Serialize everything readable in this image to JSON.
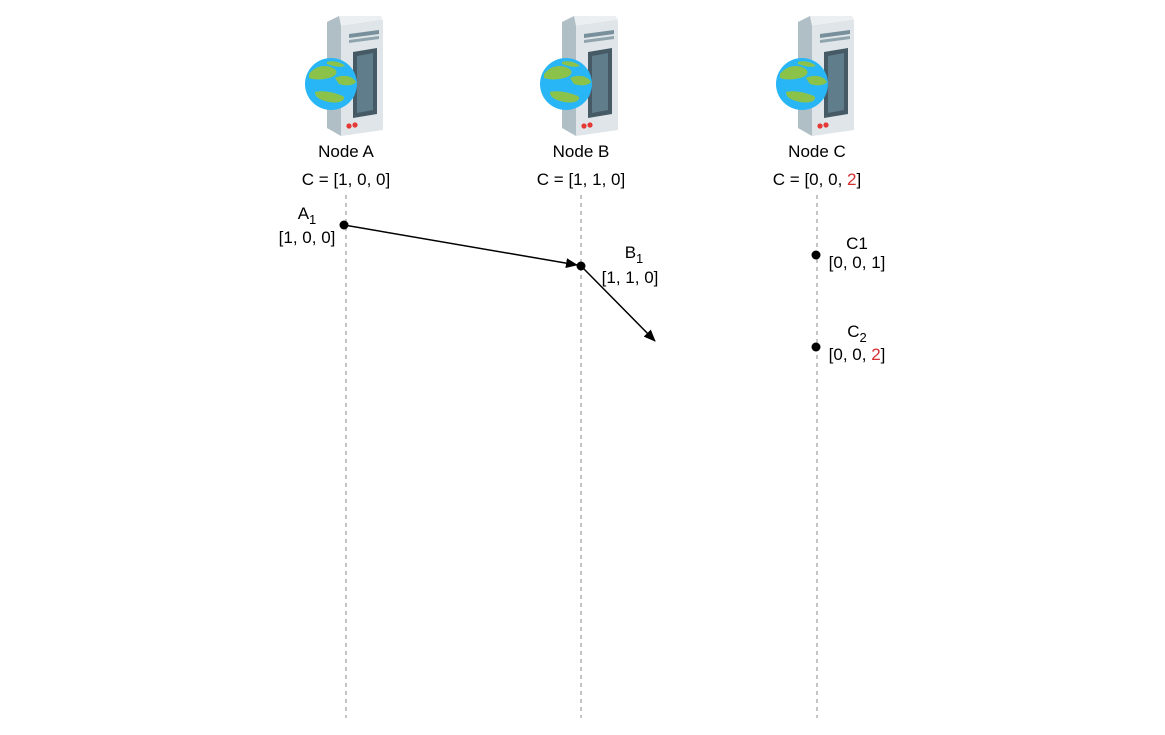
{
  "nodes": [
    {
      "name": "Node A",
      "clock_label": "C = ",
      "clock_values": [
        "1",
        "0",
        "0"
      ],
      "highlight_index": -1
    },
    {
      "name": "Node B",
      "clock_label": "C = ",
      "clock_values": [
        "1",
        "1",
        "0"
      ],
      "highlight_index": -1
    },
    {
      "name": "Node C",
      "clock_label": "C = ",
      "clock_values": [
        "0",
        "0",
        "2"
      ],
      "highlight_index": 2
    }
  ],
  "events": [
    {
      "node": "A",
      "label_main": "A",
      "label_sub": "1",
      "subscript": true,
      "vector": [
        "1",
        "0",
        "0"
      ],
      "highlight_index": -1
    },
    {
      "node": "B",
      "label_main": "B",
      "label_sub": "1",
      "subscript": true,
      "vector": [
        "1",
        "1",
        "0"
      ],
      "highlight_index": -1
    },
    {
      "node": "C",
      "label_main": "C1",
      "label_sub": "",
      "subscript": false,
      "vector": [
        "0",
        "0",
        "1"
      ],
      "highlight_index": -1
    },
    {
      "node": "C",
      "label_main": "C",
      "label_sub": "2",
      "subscript": true,
      "vector": [
        "0",
        "0",
        "2"
      ],
      "highlight_index": 2
    }
  ],
  "messages": [
    {
      "from": "A1",
      "to": "B1"
    },
    {
      "from": "B1",
      "to": "outgoing"
    }
  ],
  "colors": {
    "highlight": "#d32f2f",
    "lifeline": "#9e9e9e",
    "server_body": "#cfd8dc",
    "globe_water": "#29b6f6",
    "globe_land": "#8bc34a"
  },
  "icons": {
    "node_icon": "server-globe-icon"
  }
}
